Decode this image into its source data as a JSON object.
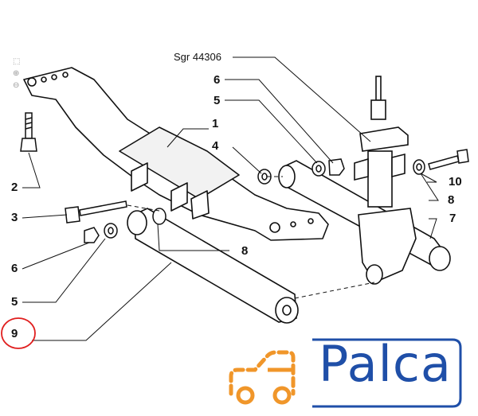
{
  "diagram": {
    "reference_code": "Sgr 44306",
    "part_labels": {
      "l1": "1",
      "l2": "2",
      "l3": "3",
      "l4": "4",
      "l5a": "5",
      "l5b": "5",
      "l6a": "6",
      "l6b": "6",
      "l7": "7",
      "l8a": "8",
      "l8b": "8",
      "l9": "9",
      "l10": "10"
    },
    "highlighted_label": "9",
    "highlight_color": "#e01e1e"
  },
  "brand": {
    "name": "Palca",
    "color": "#1f4fa8",
    "icon": "car-icon",
    "icon_color": "#f0962a"
  },
  "side_toolbar": {
    "icons": [
      "select-icon",
      "zoom-in-icon",
      "zoom-out-icon"
    ]
  }
}
